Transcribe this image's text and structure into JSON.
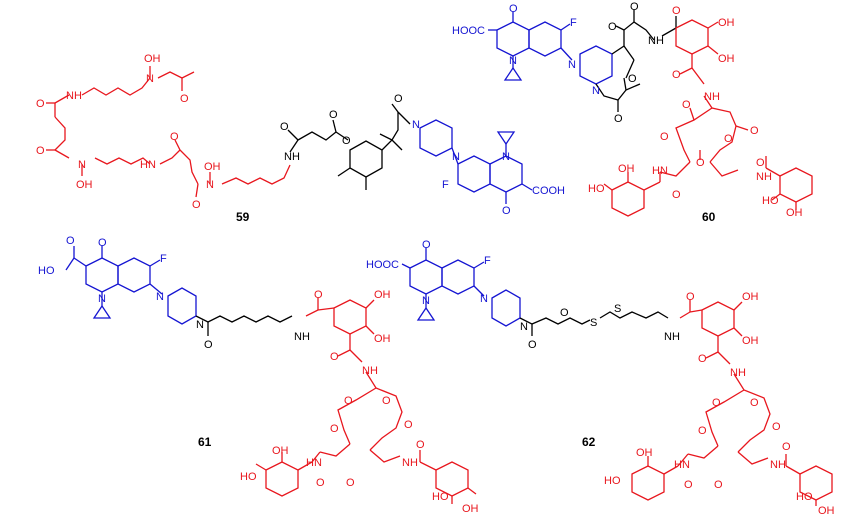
{
  "colors": {
    "red": "#e8171e",
    "blue": "#1515d2",
    "black": "#000000"
  },
  "compounds": [
    {
      "id": "59"
    },
    {
      "id": "60"
    },
    {
      "id": "61"
    },
    {
      "id": "62"
    }
  ],
  "atoms": {
    "OH": "OH",
    "HO": "HO",
    "N": "N",
    "O": "O",
    "F": "F",
    "NH": "NH",
    "HN": "HN",
    "S": "S",
    "COOH": "COOH",
    "HOOC": "HOOC"
  }
}
